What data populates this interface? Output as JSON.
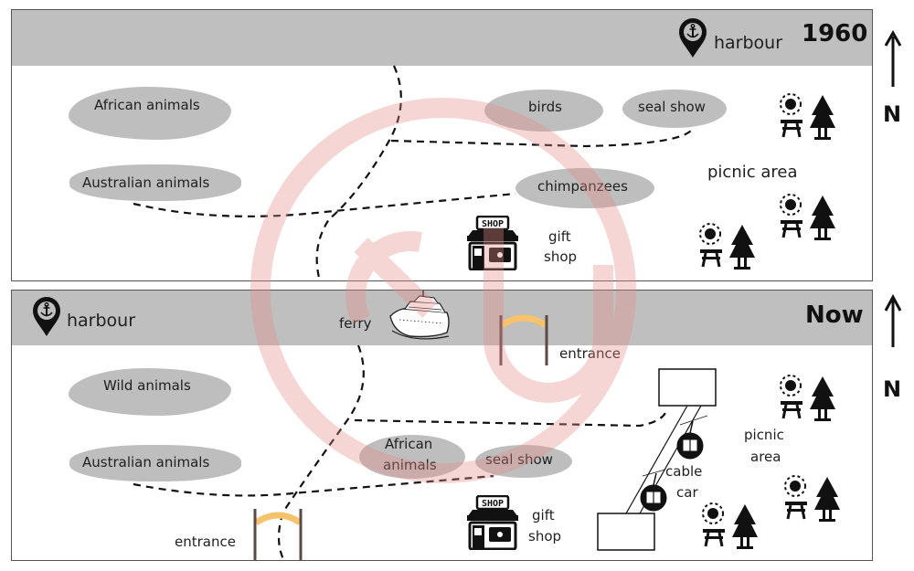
{
  "maps": {
    "past": {
      "year": "1960",
      "harbour_label": "harbour",
      "areas": {
        "african_animals": "African animals",
        "australian_animals": "Australian animals",
        "birds": "birds",
        "seal_show": "seal show",
        "chimpanzees": "chimpanzees",
        "picnic_area": "picnic area",
        "gift_shop_line1": "gift",
        "gift_shop_line2": "shop"
      }
    },
    "now": {
      "year": "Now",
      "harbour_label": "harbour",
      "areas": {
        "ferry": "ferry",
        "entrance_top": "entrance",
        "entrance_bottom": "entrance",
        "wild_animals": "Wild animals",
        "australian_animals": "Australian animals",
        "african_animals_line1": "African",
        "african_animals_line2": "animals",
        "seal_show": "seal show",
        "cable_car_line1": "cable",
        "cable_car_line2": "car",
        "picnic_line1": "picnic",
        "picnic_line2": "area",
        "gift_shop_line1": "gift",
        "gift_shop_line2": "shop"
      }
    }
  },
  "compass": {
    "north_label": "N"
  },
  "icons": {
    "harbour": "anchor-pin-icon",
    "shop": "shop-icon",
    "shop_sign": "SHOP",
    "picnic": "picnic-table-icon",
    "tree": "tree-icon",
    "ferry": "ship-icon",
    "entrance": "gate-arch-icon",
    "cable_car": "cable-car-icon"
  },
  "colors": {
    "band": "#bfbfbf",
    "blob": "#bebebe",
    "gate_arch": "#f6c26b",
    "gate_post": "#5a4a44",
    "watermark": "#f3b8b8"
  }
}
